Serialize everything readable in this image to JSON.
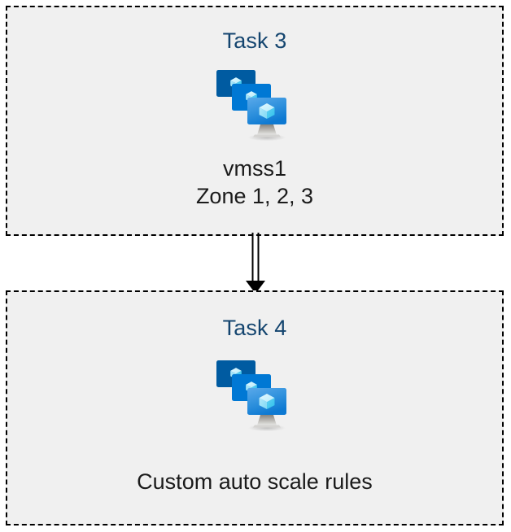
{
  "diagram": {
    "type": "flow",
    "background_color": "#ffffff",
    "box_fill_color": "#f0f0f0",
    "box_border_color": "#000000",
    "title_color": "#14456f",
    "caption_color": "#1b1b1b",
    "connector_color": "#000000",
    "nodes": [
      {
        "id": "task-3",
        "title": "Task 3",
        "icon": "azure-vm-scale-set-icon",
        "caption_lines": [
          "vmss1",
          "Zone 1, 2, 3"
        ]
      },
      {
        "id": "task-4",
        "title": "Task 4",
        "icon": "azure-vm-scale-set-icon",
        "caption_lines": [
          "Custom auto scale rules"
        ]
      }
    ],
    "edges": [
      {
        "id": "task3-to-task4",
        "from": "task-3",
        "to": "task-4",
        "style": "double-line",
        "arrowhead": "filled-triangle",
        "direction": "down"
      }
    ]
  },
  "icon_colors": {
    "screen_back": "#005ba1",
    "screen_middle": "#0078d4",
    "screen_front_top": "#50a5e8",
    "screen_front_bottom": "#0f7ad4",
    "cube_light": "#c3f1ff",
    "cube_mid": "#9ae2fa",
    "cube_dark": "#32c8f0",
    "stand_top": "#8a8886",
    "stand_bottom": "#e6e6e6"
  }
}
